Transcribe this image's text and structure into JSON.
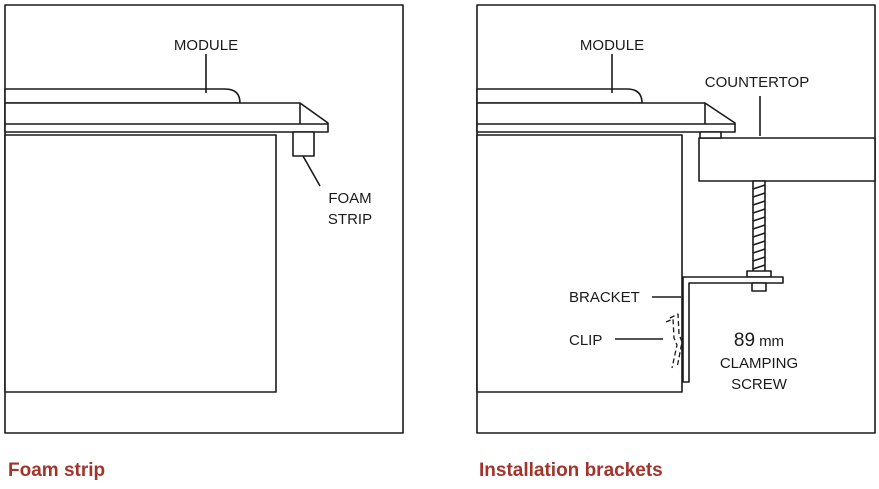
{
  "left_panel": {
    "caption": "Foam strip",
    "labels": {
      "module": "MODULE",
      "foam_line1": "FOAM",
      "foam_line2": "STRIP"
    }
  },
  "right_panel": {
    "caption": "Installation brackets",
    "labels": {
      "module": "MODULE",
      "countertop": "COUNTERTOP",
      "bracket": "BRACKET",
      "clip": "CLIP",
      "screw_value": "89",
      "screw_unit": "mm",
      "screw_line1": "CLAMPING",
      "screw_line2": "SCREW"
    }
  },
  "colors": {
    "caption": "#a3342b",
    "line": "#1a1a1a",
    "fill": "#ffffff"
  }
}
